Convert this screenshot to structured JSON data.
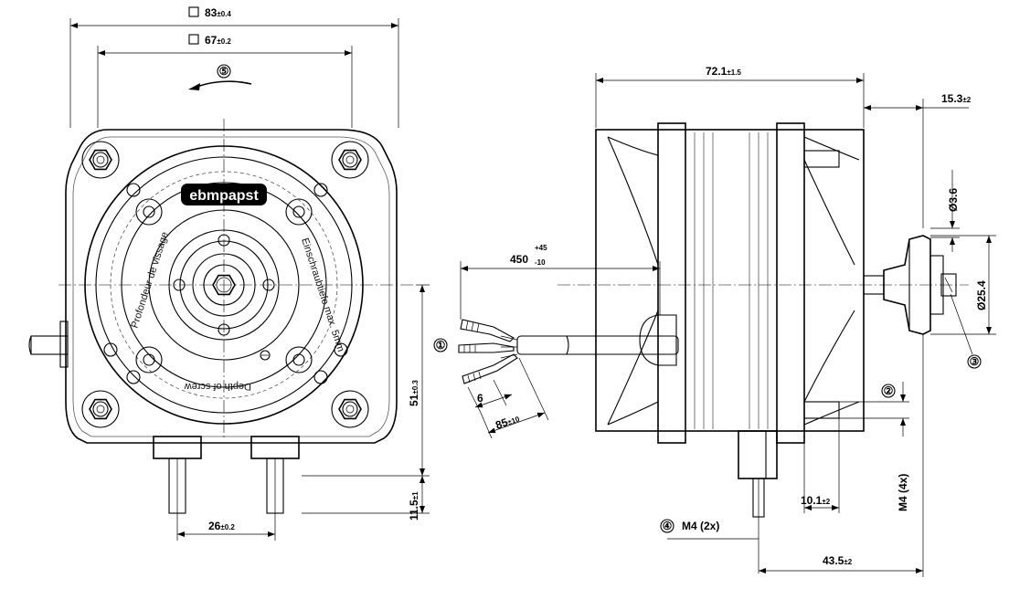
{
  "drawing": {
    "front_view": {
      "dim_outer_square": {
        "value": "83",
        "tolerance": "±0.4"
      },
      "dim_inner_square": {
        "value": "67",
        "tolerance": "±0.2"
      },
      "dim_pin_spacing": {
        "value": "26",
        "tolerance": "±0.2"
      },
      "dim_height_center": {
        "value": "51",
        "tolerance": "±0.3"
      },
      "dim_pin_length": {
        "value": "11.5",
        "tolerance": "±1"
      },
      "rotation_callout": "⑤",
      "brand_logo": "ebmpapst",
      "arc_text_fr": "Profondeur de vissage",
      "arc_text_de": "Einschraubtiefe max. 5mm",
      "arc_text_en": "Depth of screw"
    },
    "side_view": {
      "dim_body_length": {
        "value": "72.1",
        "tolerance": "±1.5"
      },
      "dim_shaft_length": {
        "value": "15.3",
        "tolerance": "±2"
      },
      "dim_cable_length": {
        "value": "450",
        "tolerance_upper": "+45",
        "tolerance_lower": "-10"
      },
      "dim_wire_strip": {
        "value": "6"
      },
      "dim_wire_length": {
        "value": "85",
        "tolerance": "±10"
      },
      "dim_shaft_diameter": {
        "value": "Ø3.6"
      },
      "dim_flange_diameter": {
        "value": "Ø25.4"
      },
      "dim_foot_height": {
        "value": "10.1",
        "tolerance": "±2"
      },
      "dim_mount_offset": {
        "value": "43.5",
        "tolerance": "±2"
      },
      "thread_bottom": "M4 (2x)",
      "thread_side": "M4 (4x)",
      "callout_1": "①",
      "callout_2": "②",
      "callout_3": "③",
      "callout_4": "④"
    }
  }
}
